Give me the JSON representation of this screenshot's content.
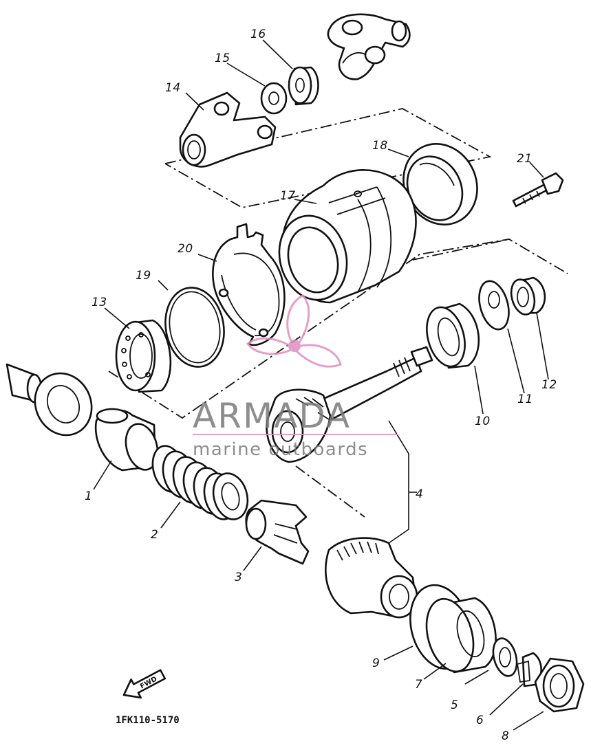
{
  "diagram": {
    "code": "1FK110-5170",
    "direction_label": "FWD",
    "callouts": [
      "1",
      "2",
      "3",
      "4",
      "5",
      "6",
      "7",
      "8",
      "9",
      "10",
      "11",
      "12",
      "13",
      "14",
      "15",
      "16",
      "17",
      "18",
      "19",
      "20",
      "21"
    ]
  },
  "watermark": {
    "brand": "ARMADA",
    "tagline": "marine outboards",
    "accent_color": "#e08fbf",
    "text_color": "#7a7a7a"
  }
}
